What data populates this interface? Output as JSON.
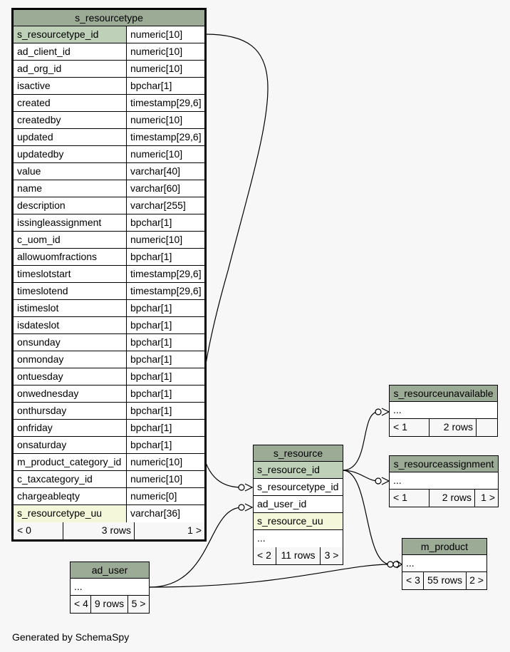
{
  "tables": {
    "s_resourcetype": {
      "name": "s_resourcetype",
      "columns": [
        {
          "name": "s_resourcetype_id",
          "type": "numeric[10]",
          "kind": "pk"
        },
        {
          "name": "ad_client_id",
          "type": "numeric[10]"
        },
        {
          "name": "ad_org_id",
          "type": "numeric[10]"
        },
        {
          "name": "isactive",
          "type": "bpchar[1]"
        },
        {
          "name": "created",
          "type": "timestamp[29,6]"
        },
        {
          "name": "createdby",
          "type": "numeric[10]"
        },
        {
          "name": "updated",
          "type": "timestamp[29,6]"
        },
        {
          "name": "updatedby",
          "type": "numeric[10]"
        },
        {
          "name": "value",
          "type": "varchar[40]"
        },
        {
          "name": "name",
          "type": "varchar[60]"
        },
        {
          "name": "description",
          "type": "varchar[255]"
        },
        {
          "name": "issingleassignment",
          "type": "bpchar[1]"
        },
        {
          "name": "c_uom_id",
          "type": "numeric[10]"
        },
        {
          "name": "allowuomfractions",
          "type": "bpchar[1]"
        },
        {
          "name": "timeslotstart",
          "type": "timestamp[29,6]"
        },
        {
          "name": "timeslotend",
          "type": "timestamp[29,6]"
        },
        {
          "name": "istimeslot",
          "type": "bpchar[1]"
        },
        {
          "name": "isdateslot",
          "type": "bpchar[1]"
        },
        {
          "name": "onsunday",
          "type": "bpchar[1]"
        },
        {
          "name": "onmonday",
          "type": "bpchar[1]"
        },
        {
          "name": "ontuesday",
          "type": "bpchar[1]"
        },
        {
          "name": "onwednesday",
          "type": "bpchar[1]"
        },
        {
          "name": "onthursday",
          "type": "bpchar[1]"
        },
        {
          "name": "onfriday",
          "type": "bpchar[1]"
        },
        {
          "name": "onsaturday",
          "type": "bpchar[1]"
        },
        {
          "name": "m_product_category_id",
          "type": "numeric[10]"
        },
        {
          "name": "c_taxcategory_id",
          "type": "numeric[10]"
        },
        {
          "name": "chargeableqty",
          "type": "numeric[0]"
        },
        {
          "name": "s_resourcetype_uu",
          "type": "varchar[36]",
          "kind": "uk"
        }
      ],
      "footer": {
        "parents": "< 0",
        "rows": "3 rows",
        "children": "1 >"
      }
    },
    "s_resource": {
      "name": "s_resource",
      "columns": [
        {
          "name": "s_resource_id",
          "kind": "pk"
        },
        {
          "name": "s_resourcetype_id"
        },
        {
          "name": "ad_user_id"
        },
        {
          "name": "s_resource_uu",
          "kind": "uk"
        },
        {
          "name": "..."
        }
      ],
      "footer": {
        "parents": "< 2",
        "rows": "11 rows",
        "children": "3 >"
      }
    },
    "ad_user": {
      "name": "ad_user",
      "columns": [
        {
          "name": "..."
        }
      ],
      "footer": {
        "parents": "< 4",
        "rows": "9 rows",
        "children": "5 >"
      }
    },
    "s_resourceunavailable": {
      "name": "s_resourceunavailable",
      "columns": [
        {
          "name": "..."
        }
      ],
      "footer": {
        "parents": "< 1",
        "rows": "2 rows",
        "children": ""
      }
    },
    "s_resourceassignment": {
      "name": "s_resourceassignment",
      "columns": [
        {
          "name": "..."
        }
      ],
      "footer": {
        "parents": "< 1",
        "rows": "2 rows",
        "children": "1 >"
      }
    },
    "m_product": {
      "name": "m_product",
      "columns": [
        {
          "name": "..."
        }
      ],
      "footer": {
        "parents": "< 3",
        "rows": "55 rows",
        "children": "2 >"
      }
    }
  },
  "colors": {
    "header": "#9bab96",
    "primary_key": "#bed1b8",
    "unique_key": "#f4f7da",
    "background": "#f7f7f7"
  },
  "generated_by": "Generated by SchemaSpy"
}
